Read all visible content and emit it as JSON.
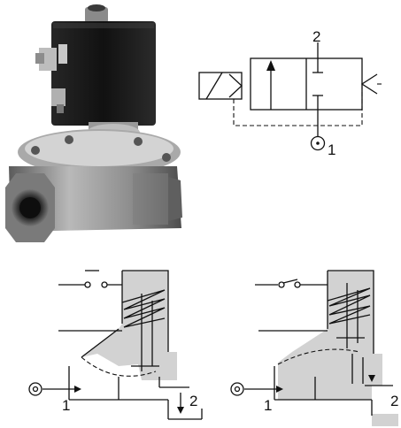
{
  "symbol": {
    "port_outlet": "2",
    "port_inlet": "1"
  },
  "diagram_closed": {
    "port_inlet": "1",
    "port_outlet": "2"
  },
  "diagram_open": {
    "port_inlet": "1",
    "port_outlet": "2"
  },
  "colors": {
    "line": "#111111",
    "medium_fill": "#d2d2d2",
    "valve_body": "#9a9a9a",
    "coil": "#141414"
  }
}
